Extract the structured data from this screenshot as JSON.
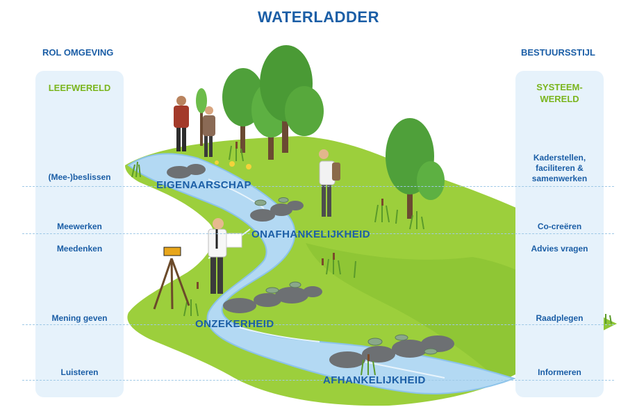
{
  "title": "WATERLADDER",
  "left": {
    "header": "ROL OMGEVING",
    "panel_title": "LEEFWERELD",
    "items": [
      "(Mee-)beslissen",
      "Meewerken",
      "Meedenken",
      "Mening geven",
      "Luisteren"
    ]
  },
  "right": {
    "header": "BESTUURSSTIJL",
    "panel_title": "SYSTEEM-\nWERELD",
    "items": [
      "Kaderstellen,\nfaciliteren &\nsamenwerken",
      "Co-creëren",
      "Advies vragen",
      "Raadplegen",
      "Informeren"
    ]
  },
  "stages": [
    "EIGENAARSCHAP",
    "ONAFHANKELIJKHEID",
    "ONZEKERHEID",
    "AFHANKELIJKHEID"
  ],
  "colors": {
    "accent_blue": "#1b5ea6",
    "accent_green": "#7ab51d",
    "panel_bg": "#e6f2fb",
    "grass": "#9ccf3c",
    "water": "#b3d9f3"
  }
}
